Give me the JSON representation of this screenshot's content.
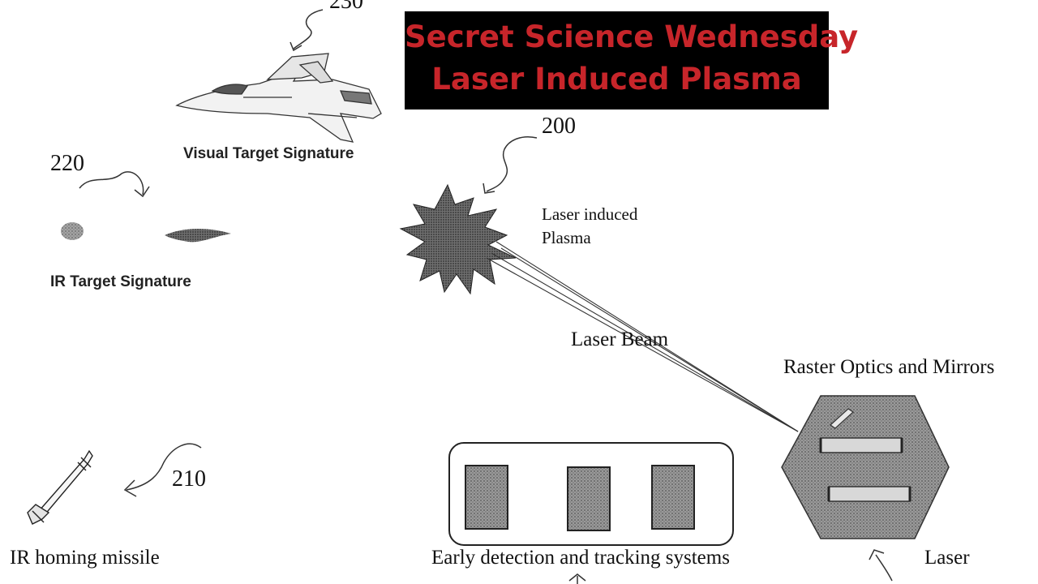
{
  "title": {
    "line1": "Secret Science Wednesday",
    "line2": "Laser Induced Plasma"
  },
  "labels": {
    "visual_target_signature": "Visual Target Signature",
    "ir_target_signature": "IR Target Signature",
    "laser_induced_plasma_line1": "Laser induced",
    "laser_induced_plasma_line2": "Plasma",
    "laser_beam": "Laser Beam",
    "raster_optics": "Raster Optics and Mirrors",
    "ir_homing_missile": "IR homing missile",
    "early_detection": "Early detection and tracking systems",
    "laser": "Laser"
  },
  "refs": {
    "jet": "230",
    "plasma": "200",
    "ir_signature": "220",
    "missile": "210"
  },
  "colors": {
    "title_bg": "#000000",
    "title_text": "#c7252a",
    "ink": "#111111",
    "gray_fill": "#8a8a8a"
  }
}
